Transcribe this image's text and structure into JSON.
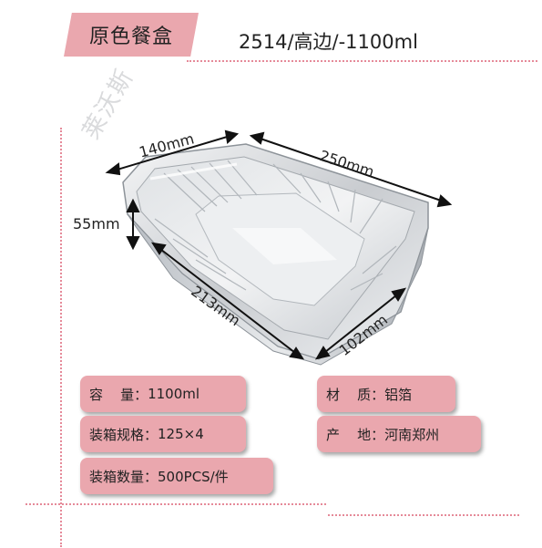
{
  "title": "原色餐盒",
  "model": "2514/高边/-1100ml",
  "watermark": "莱沃斯",
  "dimensions": {
    "top_length": "140mm",
    "top_width": "250mm",
    "height": "55mm",
    "bottom_length": "213mm",
    "bottom_width": "102mm"
  },
  "specs": {
    "capacity": {
      "label": "容    量：",
      "value": "1100ml"
    },
    "material": {
      "label": "材    质：",
      "value": "铝箔"
    },
    "packing_spec": {
      "label": "装箱规格：",
      "value": "125×4"
    },
    "origin": {
      "label": "产    地：",
      "value": "河南郑州"
    },
    "packing_qty": {
      "label": "装箱数量：",
      "value": "500PCS/件"
    }
  },
  "colors": {
    "badge_pink": "#eaa7ae",
    "dotted_line": "#e58a99",
    "foil_light": "#e9ebed",
    "foil_dark": "#9aa0a6"
  }
}
